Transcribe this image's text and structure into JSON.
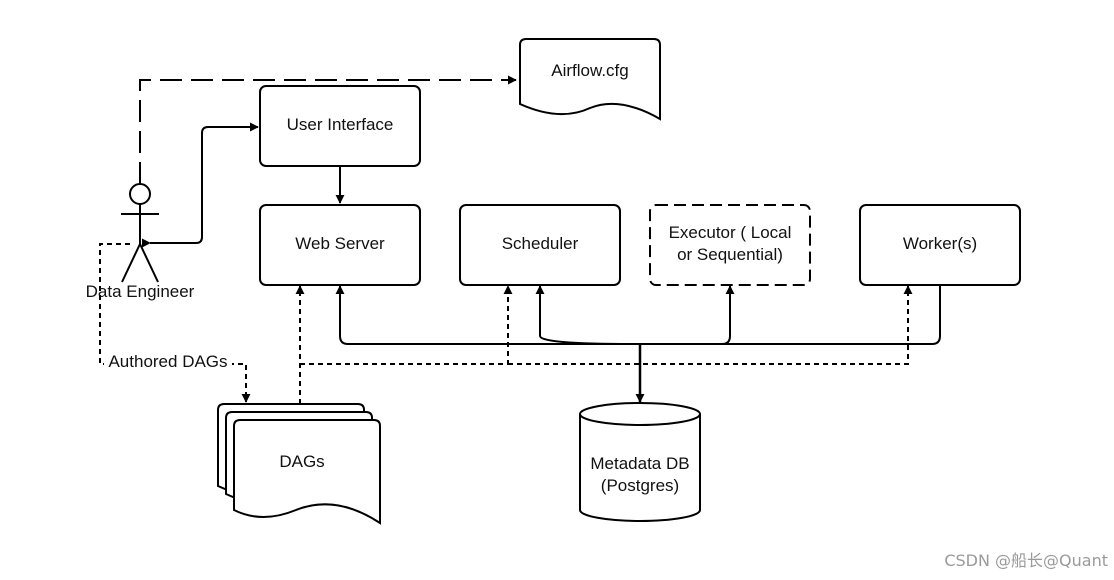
{
  "diagram": {
    "nodes": {
      "actor": {
        "label": "Data Engineer",
        "icon": "person-icon"
      },
      "config": {
        "label": "Airflow.cfg",
        "shape": "document"
      },
      "user_interface": {
        "label": "User Interface"
      },
      "web_server": {
        "label": "Web Server"
      },
      "scheduler": {
        "label": "Scheduler"
      },
      "executor": {
        "label_line1": "Executor ( Local",
        "label_line2": "or Sequential)",
        "border": "dashed"
      },
      "worker": {
        "label": "Worker(s)"
      },
      "dags": {
        "label": "DAGs",
        "shape": "multi-document"
      },
      "metadata_db": {
        "label_line1": "Metadata DB",
        "label_line2": "(Postgres)",
        "shape": "cylinder"
      }
    },
    "edges": [
      {
        "from": "actor",
        "to": "config",
        "style": "long-dash"
      },
      {
        "from": "actor",
        "to": "user_interface",
        "style": "solid",
        "arrows": "both"
      },
      {
        "from": "user_interface",
        "to": "web_server",
        "style": "solid"
      },
      {
        "from": "actor",
        "to": "dags",
        "style": "dotted",
        "label": "Authored DAGs"
      },
      {
        "from": "dags",
        "to": "web_server",
        "style": "dotted"
      },
      {
        "from": "dags",
        "to": "scheduler",
        "style": "dotted"
      },
      {
        "from": "dags",
        "to": "worker",
        "style": "dotted"
      },
      {
        "from": "metadata_db",
        "to": "web_server",
        "style": "solid"
      },
      {
        "from": "metadata_db",
        "to": "scheduler",
        "style": "solid"
      },
      {
        "from": "metadata_db",
        "to": "executor",
        "style": "solid"
      },
      {
        "from": "worker",
        "to": "metadata_db",
        "style": "solid"
      }
    ]
  },
  "watermark": "CSDN @船长@Quant",
  "colors": {
    "stroke": "#000000",
    "text": "#111111",
    "background": "#ffffff",
    "watermark": "#9a9a9a"
  }
}
